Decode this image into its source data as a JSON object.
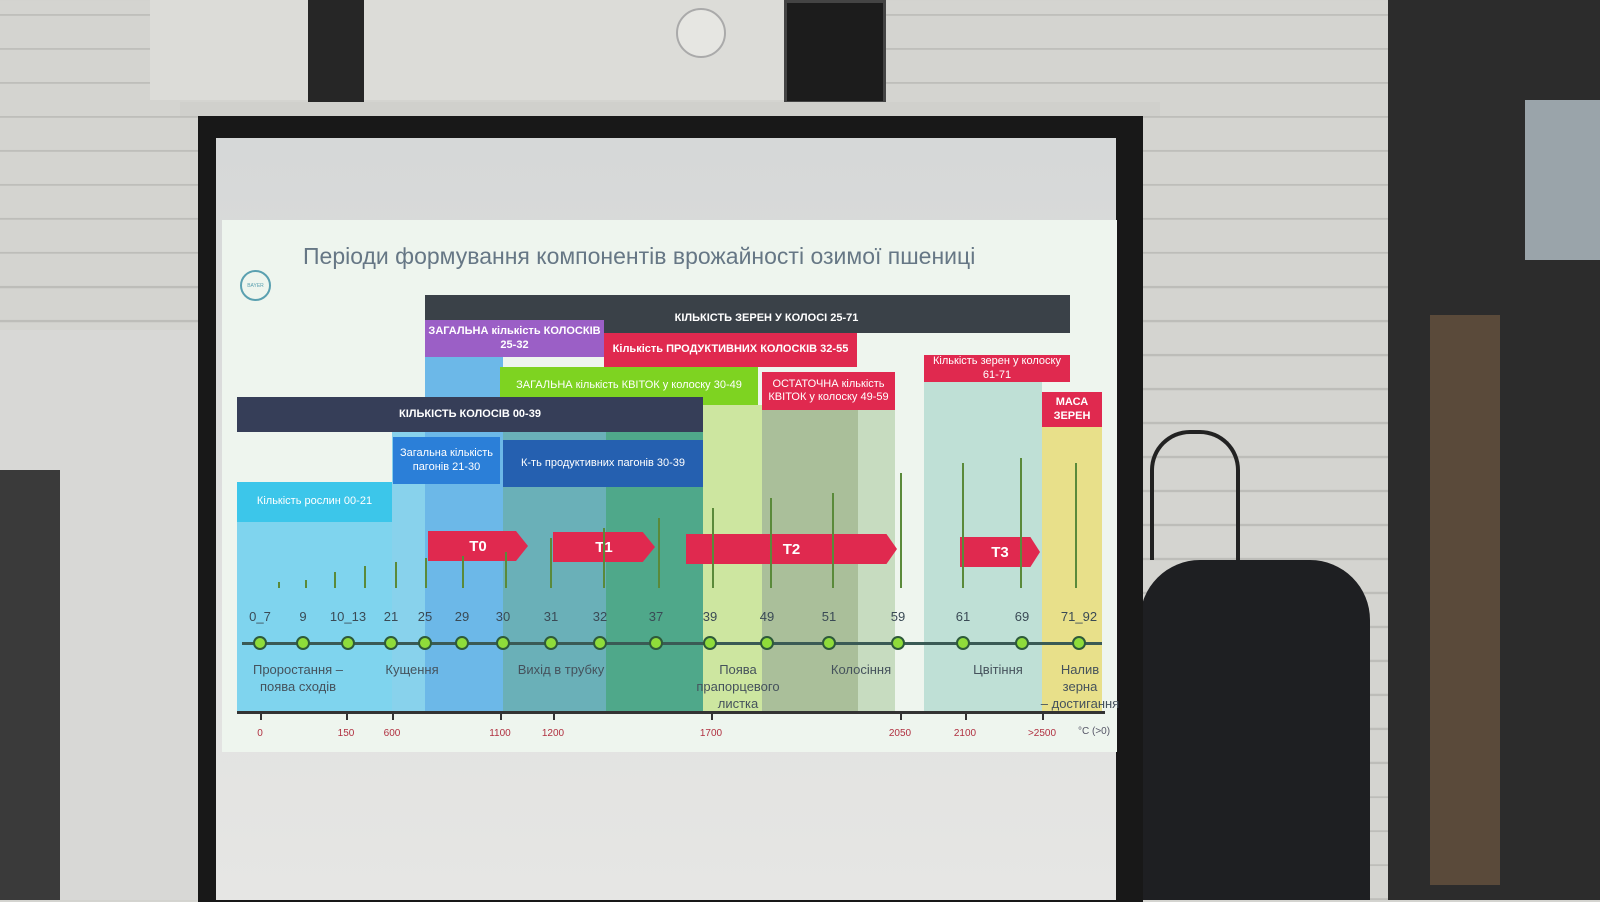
{
  "slide": {
    "title": "Періоди формування компонентів врожайності озимої пшениці",
    "logo_text": "BAYER",
    "blocks": {
      "grains_per_ear": "КІЛЬКІСТЬ ЗЕРЕН У КОЛОСІ 25-71",
      "total_spikelets": "ЗАГАЛЬНА кількість КОЛОСКІВ 25-32",
      "productive_spikelets": "Кількість ПРОДУКТИВНИХ КОЛОСКІВ 32-55",
      "total_florets": "ЗАГАЛЬНА кількість КВІТОК у колоску 30-49",
      "final_florets": "ОСТАТОЧНА кількість КВІТОК у колоску 49-59",
      "grains_in_spikelet": "Кількість зерен у колоску 61-71",
      "grain_mass": "МАСА ЗЕРЕН",
      "ears_count": "КІЛЬКІСТЬ КОЛОСІВ 00-39",
      "total_shoots": "Загальна кількість пагонів 21-30",
      "productive_shoots": "К-ть продуктивних пагонів 30-39",
      "plants_count": "Кількість рослин 00-21"
    },
    "treatments": [
      "T0",
      "T1",
      "T2",
      "T3"
    ],
    "stages": [
      "0_7",
      "9",
      "10_13",
      "21",
      "25",
      "29",
      "30",
      "31",
      "32",
      "37",
      "39",
      "49",
      "51",
      "59",
      "61",
      "69",
      "71_92"
    ],
    "phases": [
      "Проростання –\nпоява сходів",
      "Кущення",
      "Вихід в трубку",
      "Поява\nпрапорцевого\nлистка",
      "Колосіння",
      "Цвітіння",
      "Налив\nзерна\n– достигання"
    ],
    "temperature_ticks": [
      "0",
      "150",
      "600",
      "1100",
      "1200",
      "1700",
      "2050",
      "2100",
      ">2500"
    ],
    "temperature_unit": "°C (>0)"
  }
}
